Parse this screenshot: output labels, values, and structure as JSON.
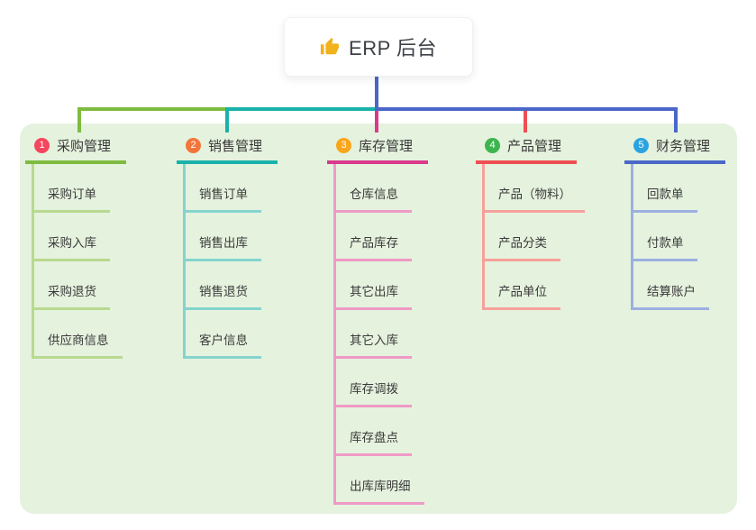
{
  "root": {
    "label": "ERP 后台",
    "icon": "thumbs-up-icon",
    "icon_color": "#f2b21b"
  },
  "connector_color": "#4a67c8",
  "panel_bg": "#e5f2de",
  "canvas_bg": "#ffffff",
  "branches": [
    {
      "badge": "1",
      "label": "采购管理",
      "badge_color": "#f4465d",
      "line_color": "#7ebb3f",
      "child_line_color": "#b8d98f",
      "children": [
        "采购订单",
        "采购入库",
        "采购退货",
        "供应商信息"
      ]
    },
    {
      "badge": "2",
      "label": "销售管理",
      "badge_color": "#f2763b",
      "line_color": "#19b2aa",
      "child_line_color": "#85d4cd",
      "children": [
        "销售订单",
        "销售出库",
        "销售退货",
        "客户信息"
      ]
    },
    {
      "badge": "3",
      "label": "库存管理",
      "badge_color": "#f9a61d",
      "line_color": "#d93a8c",
      "child_line_color": "#ef9ac6",
      "children": [
        "仓库信息",
        "产品库存",
        "其它出库",
        "其它入库",
        "库存调拨",
        "库存盘点",
        "出库库明细"
      ]
    },
    {
      "badge": "4",
      "label": "产品管理",
      "badge_color": "#3cb54e",
      "line_color": "#ee4f53",
      "child_line_color": "#f7a09b",
      "children": [
        "产品（物料）",
        "产品分类",
        "产品单位"
      ]
    },
    {
      "badge": "5",
      "label": "财务管理",
      "badge_color": "#2ba3e0",
      "line_color": "#4a67c8",
      "child_line_color": "#9cb0e0",
      "children": [
        "回款单",
        "付款单",
        "结算账户"
      ]
    }
  ]
}
